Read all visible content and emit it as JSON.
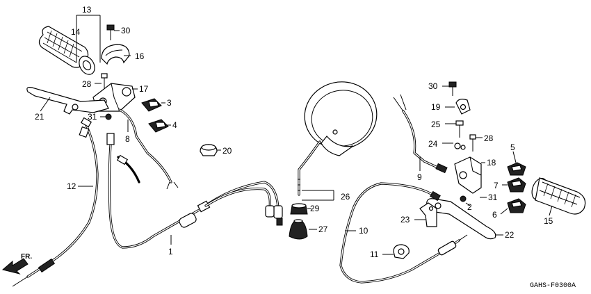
{
  "diagram_code": "GAHS-F0300A",
  "direction_label": "FR.",
  "callouts": [
    {
      "id": "c1",
      "text": "1"
    },
    {
      "id": "c2",
      "text": "2"
    },
    {
      "id": "c3",
      "text": "3"
    },
    {
      "id": "c4",
      "text": "4"
    },
    {
      "id": "c5",
      "text": "5"
    },
    {
      "id": "c6",
      "text": "6"
    },
    {
      "id": "c7",
      "text": "7"
    },
    {
      "id": "c8",
      "text": "8"
    },
    {
      "id": "c9",
      "text": "9"
    },
    {
      "id": "c10",
      "text": "10"
    },
    {
      "id": "c11",
      "text": "11"
    },
    {
      "id": "c12",
      "text": "12"
    },
    {
      "id": "c13",
      "text": "13"
    },
    {
      "id": "c14",
      "text": "14"
    },
    {
      "id": "c15",
      "text": "15"
    },
    {
      "id": "c16",
      "text": "16"
    },
    {
      "id": "c17",
      "text": "17"
    },
    {
      "id": "c18",
      "text": "18"
    },
    {
      "id": "c19",
      "text": "19"
    },
    {
      "id": "c20",
      "text": "20"
    },
    {
      "id": "c21",
      "text": "21"
    },
    {
      "id": "c22",
      "text": "22"
    },
    {
      "id": "c23",
      "text": "23"
    },
    {
      "id": "c24",
      "text": "24"
    },
    {
      "id": "c25",
      "text": "25"
    },
    {
      "id": "c26",
      "text": "26"
    },
    {
      "id": "c27",
      "text": "27"
    },
    {
      "id": "c28a",
      "text": "28"
    },
    {
      "id": "c28b",
      "text": "28"
    },
    {
      "id": "c29",
      "text": "29"
    },
    {
      "id": "c30a",
      "text": "30"
    },
    {
      "id": "c30b",
      "text": "30"
    },
    {
      "id": "c31a",
      "text": "31"
    },
    {
      "id": "c31b",
      "text": "31"
    }
  ]
}
